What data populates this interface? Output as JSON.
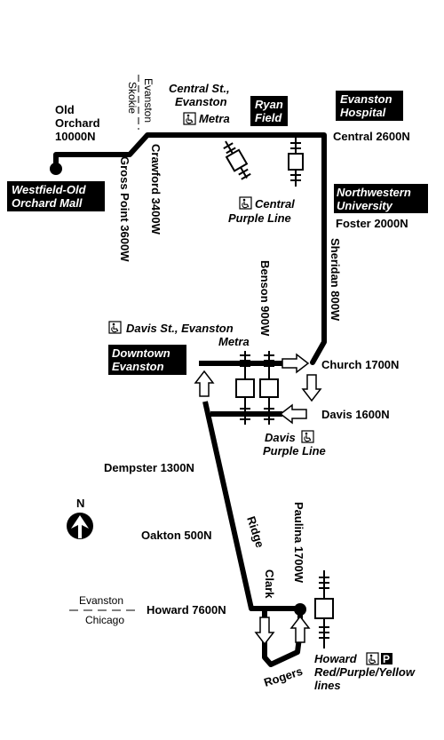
{
  "labels": {
    "old_orchard_1": "Old",
    "old_orchard_2": "Orchard",
    "old_orchard_3": "10000N",
    "westfield_1": "Westfield-Old",
    "westfield_2": "Orchard Mall",
    "evanston_vert": "Evanston",
    "skokie_vert": "Skokie",
    "central_st_1": "Central St.,",
    "central_st_2": "Evanston",
    "central_st_3": "Metra",
    "ryan_1": "Ryan",
    "ryan_2": "Field",
    "evanston_hosp_1": "Evanston",
    "evanston_hosp_2": "Hospital",
    "central_2600": "Central 2600N",
    "crawford": "Crawford 3400W",
    "gross_point": "Gross Point 3600W",
    "central_purple_1": "Central",
    "central_purple_2": "Purple Line",
    "northwestern_1": "Northwestern",
    "northwestern_2": "University",
    "foster": "Foster 2000N",
    "sheridan": "Sheridan 800W",
    "benson": "Benson 900W",
    "davis_metra_1": "Davis St., Evanston",
    "davis_metra_2": "Metra",
    "downtown_1": "Downtown",
    "downtown_2": "Evanston",
    "church": "Church 1700N",
    "davis_1600": "Davis 1600N",
    "davis_purple_1": "Davis",
    "davis_purple_2": "Purple Line",
    "dempster": "Dempster 1300N",
    "compass_n": "N",
    "oakton": "Oakton 500N",
    "ridge": "Ridge",
    "paulina": "Paulina 1700W",
    "clark": "Clark",
    "boundary_evanston": "Evanston",
    "boundary_chicago": "Chicago",
    "howard_7600": "Howard 7600N",
    "rogers": "Rogers",
    "howard_station_1": "Howard",
    "howard_station_2": "Red/Purple/Yellow",
    "howard_station_3": "lines",
    "parking_glyph": "P"
  },
  "icons": {
    "accessible": "wheelchair-accessible-icon",
    "parking": "parking-icon",
    "compass": "north-arrow-icon"
  },
  "colors": {
    "route": "#000000",
    "label_box": "#000000",
    "label_box_text": "#ffffff",
    "background": "#ffffff"
  }
}
